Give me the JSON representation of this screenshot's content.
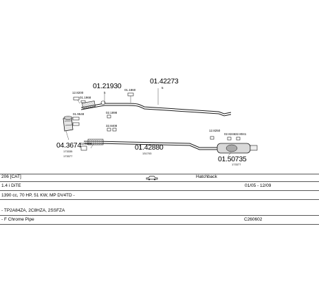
{
  "parts": {
    "pipe_top": {
      "number": "01.21930",
      "qty": "5"
    },
    "tail_top": {
      "number": "01.42273",
      "qty": "5"
    },
    "bracket_top": {
      "number": "01.1860"
    },
    "clamp_top": {
      "number": "12.8200"
    },
    "clamp_right": {
      "number": "01.1968"
    },
    "gasket_mid": {
      "number": "02.1898"
    },
    "gasket_mid2": {
      "number": "32.8408"
    },
    "catalyst": {
      "number": "04.3674",
      "sub1": "173335",
      "sub2": "173377"
    },
    "clamp_cat": {
      "number": "02.5169"
    },
    "mount_cat": {
      "number": "01.9548"
    },
    "pipe_mid": {
      "number": "01.42880",
      "sub": "131703"
    },
    "bracket_rr1": {
      "number": "12.8250"
    },
    "bracket_rr2": {
      "number": "02.8246"
    },
    "bracket_rr3": {
      "number": "32.8041"
    },
    "silencer": {
      "number": "01.50735",
      "sub": "173377"
    }
  },
  "vehicle": {
    "model": "206 [CAT]",
    "body": "Hatchback",
    "engine": "1.4 i DiTE",
    "years": "01/05 - 12/09",
    "specs": "1390 cc, 70 HP, 51 KW, MP DV4TD -",
    "codes": "- TP2A84ZA, 2C8HZA, 2SSFZA",
    "option": "- F Chrome Pipe",
    "catalog": "C260602"
  },
  "colors": {
    "line": "#1a1a1a",
    "hatch": "#777777",
    "rule": "#555555"
  },
  "icons": {
    "car": "car-silhouette-icon"
  }
}
